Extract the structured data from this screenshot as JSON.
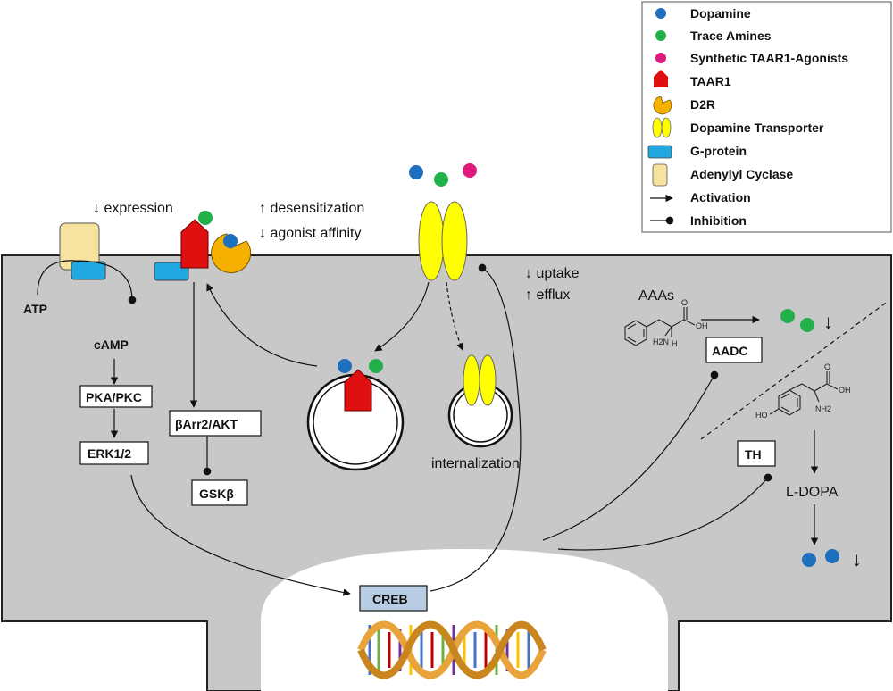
{
  "legend": {
    "items": [
      {
        "label": "Dopamine",
        "icon": "dopamine-dot-icon",
        "color": "#1f6fbf"
      },
      {
        "label": "Trace Amines",
        "icon": "trace-amine-dot-icon",
        "color": "#22b04b"
      },
      {
        "label": "Synthetic TAAR1-Agonists",
        "icon": "synthetic-agonist-dot-icon",
        "color": "#e0197d"
      },
      {
        "label": "TAAR1",
        "icon": "taar1-receptor-icon",
        "color": "#e01010"
      },
      {
        "label": "D2R",
        "icon": "d2r-receptor-icon",
        "color": "#f5b000"
      },
      {
        "label": "Dopamine Transporter",
        "icon": "dopamine-transporter-icon",
        "color": "#ffff00"
      },
      {
        "label": "G-protein",
        "icon": "g-protein-icon",
        "color": "#22a8e0"
      },
      {
        "label": "Adenylyl Cyclase",
        "icon": "adenylyl-cyclase-icon",
        "color": "#f6e3a0"
      },
      {
        "label": "Activation",
        "icon": "activation-arrow-icon"
      },
      {
        "label": "Inhibition",
        "icon": "inhibition-line-icon"
      }
    ]
  },
  "labels": {
    "expression": "↓ expression",
    "desensitization": "↑ desensitization",
    "agonist_affinity": "↓ agonist affinity",
    "uptake": "↓ uptake",
    "efflux": "↑ efflux",
    "aaas": "AAAs",
    "internalization": "internalization",
    "l_dopa": "L-DOPA",
    "down_arrow": "↓"
  },
  "boxes": {
    "atp": "ATP",
    "camp": "cAMP",
    "pka_pkc": "PKA/PKC",
    "erk": "ERK1/2",
    "barr2_akt": "βArr2/AKT",
    "gsk": "GSKβ",
    "aadc": "AADC",
    "th": "TH",
    "creb": "CREB"
  },
  "chem": {
    "oh": "OH",
    "o": "O",
    "nh2": "NH2",
    "h2n": "H2N",
    "h": "H",
    "ho": "HO"
  },
  "colors": {
    "cell": "#c8c8c8",
    "nucleus": "#ffffff",
    "creb_box": "#b8cce4",
    "dopamine": "#1f6fbf",
    "trace": "#22b04b",
    "synthetic": "#e0197d",
    "taar1": "#e01010",
    "d2r": "#f5b000",
    "dat": "#ffff00",
    "gprotein": "#22a8e0",
    "ac": "#f6e3a0"
  }
}
